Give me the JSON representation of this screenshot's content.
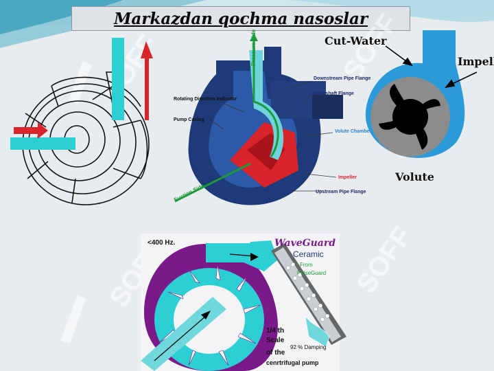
{
  "slide": {
    "title": "Markazdan qochma nasoslar"
  },
  "watermark": {
    "text": "SOFF"
  },
  "colors": {
    "cyan": "#2ccfd4",
    "red": "#d9242b",
    "navy": "#1e3a78",
    "purple": "#7a1a8a",
    "green": "#1c9a3c"
  },
  "figure_impeller": {
    "icon": "impeller-wireframe"
  },
  "figure_cutaway": {
    "labels": {
      "pressure_side": "Pressure Side",
      "downstream_flange": "Downstream Pipe Flange",
      "rotating_direction": "Rotating Direction Indicator",
      "driveshaft_flange": "Driveshaft Flange",
      "pump_casing": "Pump Casing",
      "volute_chamber": "Volute Chamber",
      "impeller": "Impeller",
      "suction_side": "Suction Side",
      "upstream_flange": "Upstream Pipe Flange"
    }
  },
  "figure_volute": {
    "labels": {
      "cut_water": "Cut-Water",
      "impeller": "Impeller",
      "volute": "Volute"
    }
  },
  "figure_waveguard": {
    "labels": {
      "frequency": "<400 Hz.",
      "brand": "WaveGuard",
      "ceramic": "Ceramic",
      "from": "From",
      "pulseguard": "PulseGuard",
      "scale_1": "1/4 th",
      "scale_2": "Scale",
      "scale_3": "of the",
      "scale_4": "cenrtrifugal pump",
      "damping": "92 % Damping"
    }
  }
}
